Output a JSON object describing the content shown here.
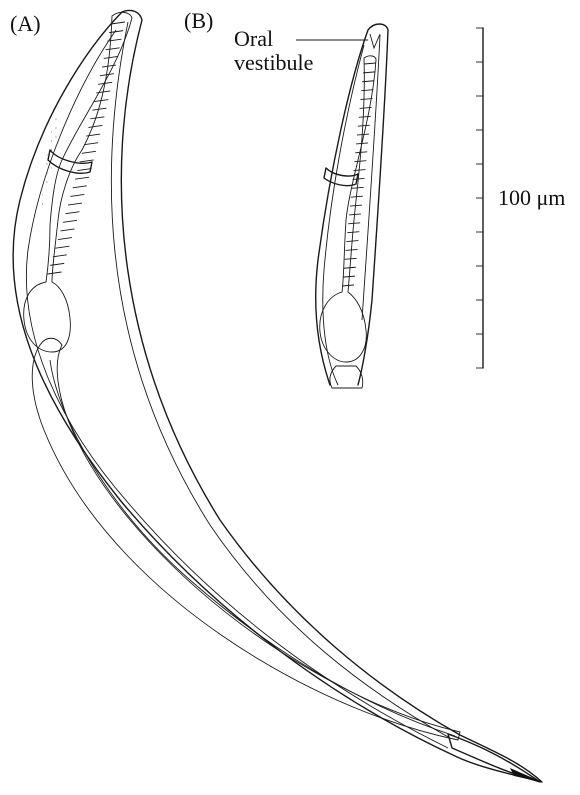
{
  "labels": {
    "panel_a": "(A)",
    "panel_b": "(B)",
    "oral_line1": "Oral",
    "oral_line2": "vestibule",
    "scale": "100 μm"
  }
}
